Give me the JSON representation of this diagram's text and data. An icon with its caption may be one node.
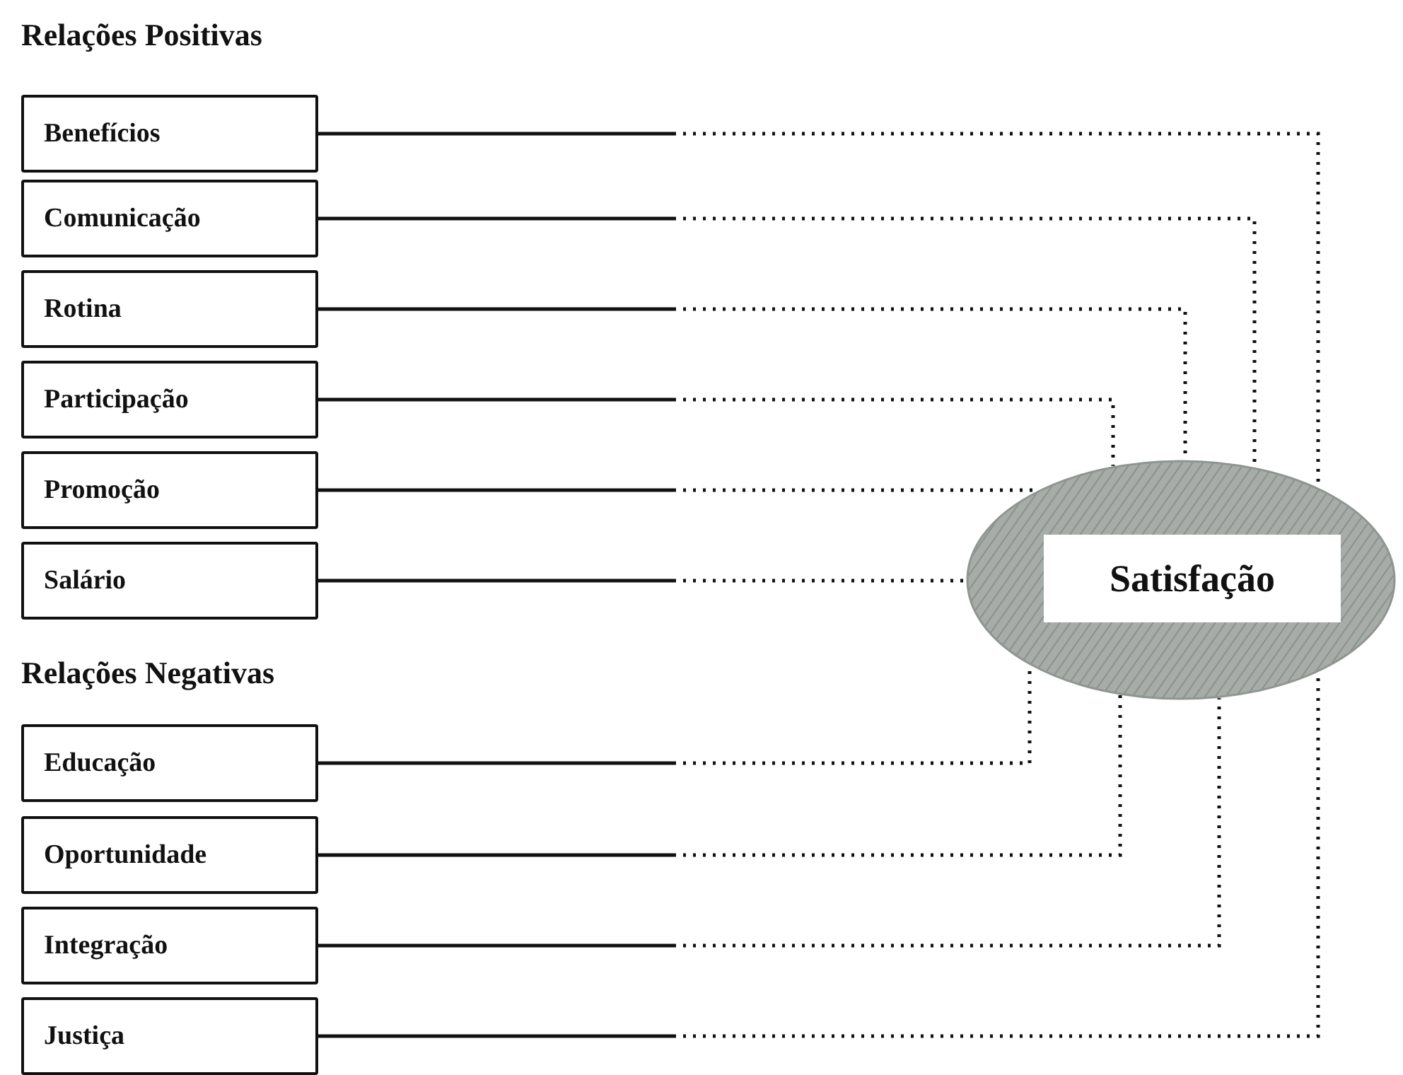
{
  "diagram": {
    "nodes": [
      {
        "text": [
          "Benefícios"
        ]
      },
      {
        "text": [
          "Comunicação"
        ]
      },
      {
        "text": [
          "Rotina"
        ]
      },
      {
        "text": [
          "Participação"
        ]
      },
      {
        "text": [
          "Promoção"
        ]
      },
      {
        "text": [
          "Salário"
        ]
      },
      {
        "text": [
          "Educação"
        ]
      },
      {
        "text": [
          "Oportunidade"
        ]
      },
      {
        "text": [
          "Integração"
        ]
      },
      {
        "text": [
          "Justiça"
        ]
      },
      {
        "text": [
          "Satisfação"
        ]
      }
    ],
    "edges": [
      {
        "from": 0,
        "to": 10,
        "arrow": "none"
      },
      {
        "from": 1,
        "to": 10,
        "arrow": "none"
      },
      {
        "from": 2,
        "to": 10,
        "arrow": "none"
      },
      {
        "from": 3,
        "to": 10,
        "arrow": "none"
      },
      {
        "from": 4,
        "to": 10,
        "arrow": "none"
      },
      {
        "from": 5,
        "to": 10,
        "arrow": "none"
      },
      {
        "from": 6,
        "to": 10,
        "arrow": "none"
      },
      {
        "from": 7,
        "to": 10,
        "arrow": "none"
      },
      {
        "from": 8,
        "to": 10,
        "arrow": "none"
      },
      {
        "from": 9,
        "to": 10,
        "arrow": "none"
      }
    ],
    "labels": [
      "Relações Positivas",
      "Relações Negativas"
    ]
  }
}
